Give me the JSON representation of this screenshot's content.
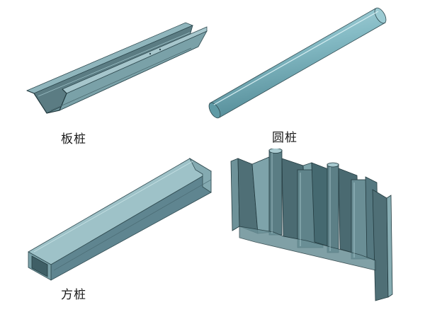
{
  "figure": {
    "panels": [
      {
        "id": "sheet-pile",
        "caption": "板桩",
        "color": "#5b7c83"
      },
      {
        "id": "round-pile",
        "caption": "圆桩",
        "color": "#7fb3bd"
      },
      {
        "id": "box-pile",
        "caption": "方桩",
        "color": "#5f8590"
      },
      {
        "id": "combined-wall",
        "caption": "",
        "color": "#4f6f76"
      }
    ]
  }
}
